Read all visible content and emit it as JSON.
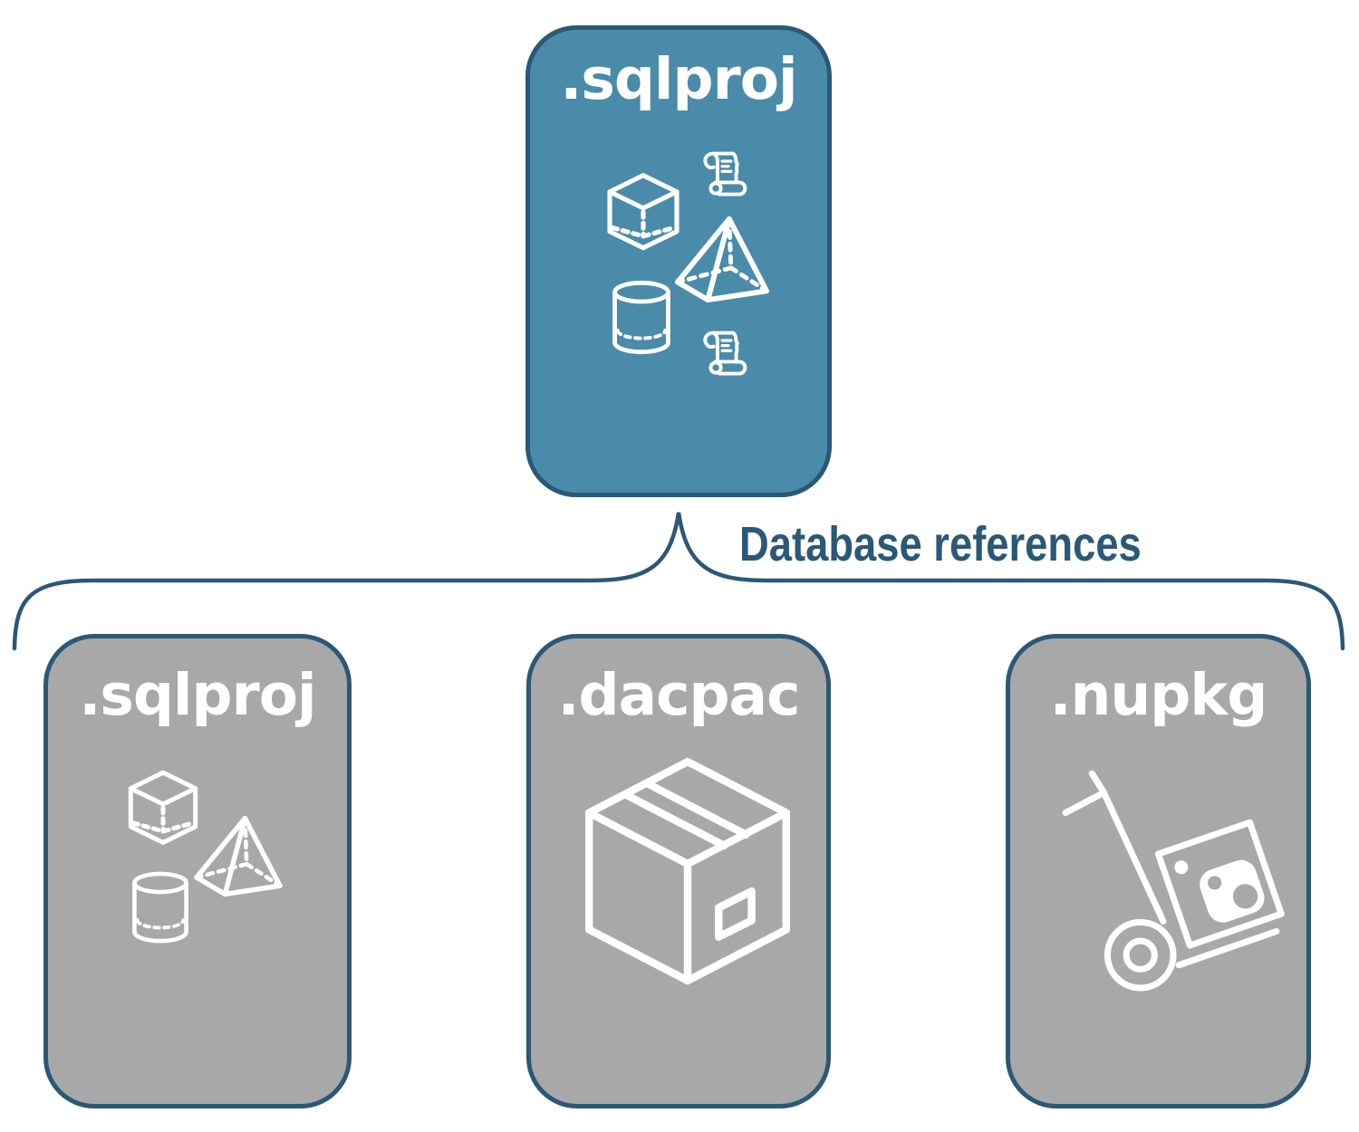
{
  "colors": {
    "root_fill": "#4a8baa",
    "child_fill": "#a8a8a8",
    "stroke_navy": "#2b5876",
    "icon_stroke": "#ffffff",
    "background": "#ffffff",
    "title_text": "#ffffff"
  },
  "root_node": {
    "label": ".sqlproj",
    "icons": [
      "cube-icon",
      "script-scroll-icon",
      "pyramid-icon",
      "cylinder-icon",
      "script-scroll-icon"
    ]
  },
  "connector": {
    "label": "Database references"
  },
  "child_nodes": [
    {
      "label": ".sqlproj",
      "icons": [
        "cube-icon",
        "pyramid-icon",
        "cylinder-icon"
      ]
    },
    {
      "label": ".dacpac",
      "icons": [
        "package-box-icon"
      ]
    },
    {
      "label": ".nupkg",
      "icons": [
        "nuget-handtruck-icon"
      ]
    }
  ]
}
